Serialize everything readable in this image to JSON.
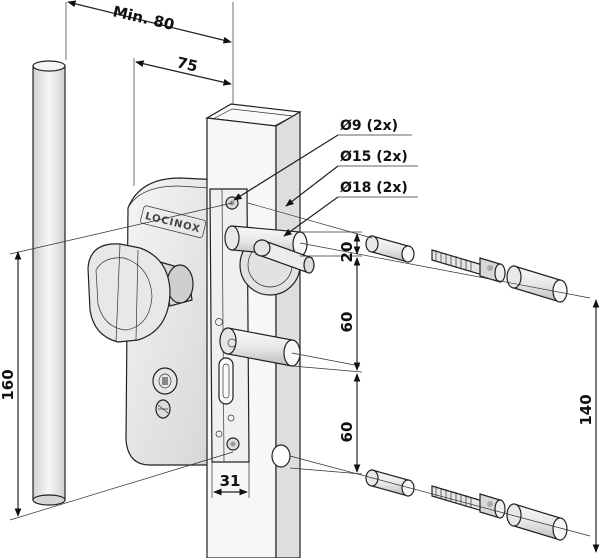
{
  "brand": "LOCINOX",
  "dimensions": {
    "min_80": "Min. 80",
    "d75": "75",
    "hole9": "Ø9 (2x)",
    "hole15": "Ø15 (2x)",
    "hole18": "Ø18 (2x)",
    "d20": "20",
    "d60a": "60",
    "d60b": "60",
    "d160": "160",
    "d140": "140",
    "d31": "31"
  },
  "colors": {
    "line": "#222222",
    "metal_light": "#f2f2f2",
    "metal_mid": "#d9d9d9",
    "metal_dark": "#a8a8a8"
  }
}
